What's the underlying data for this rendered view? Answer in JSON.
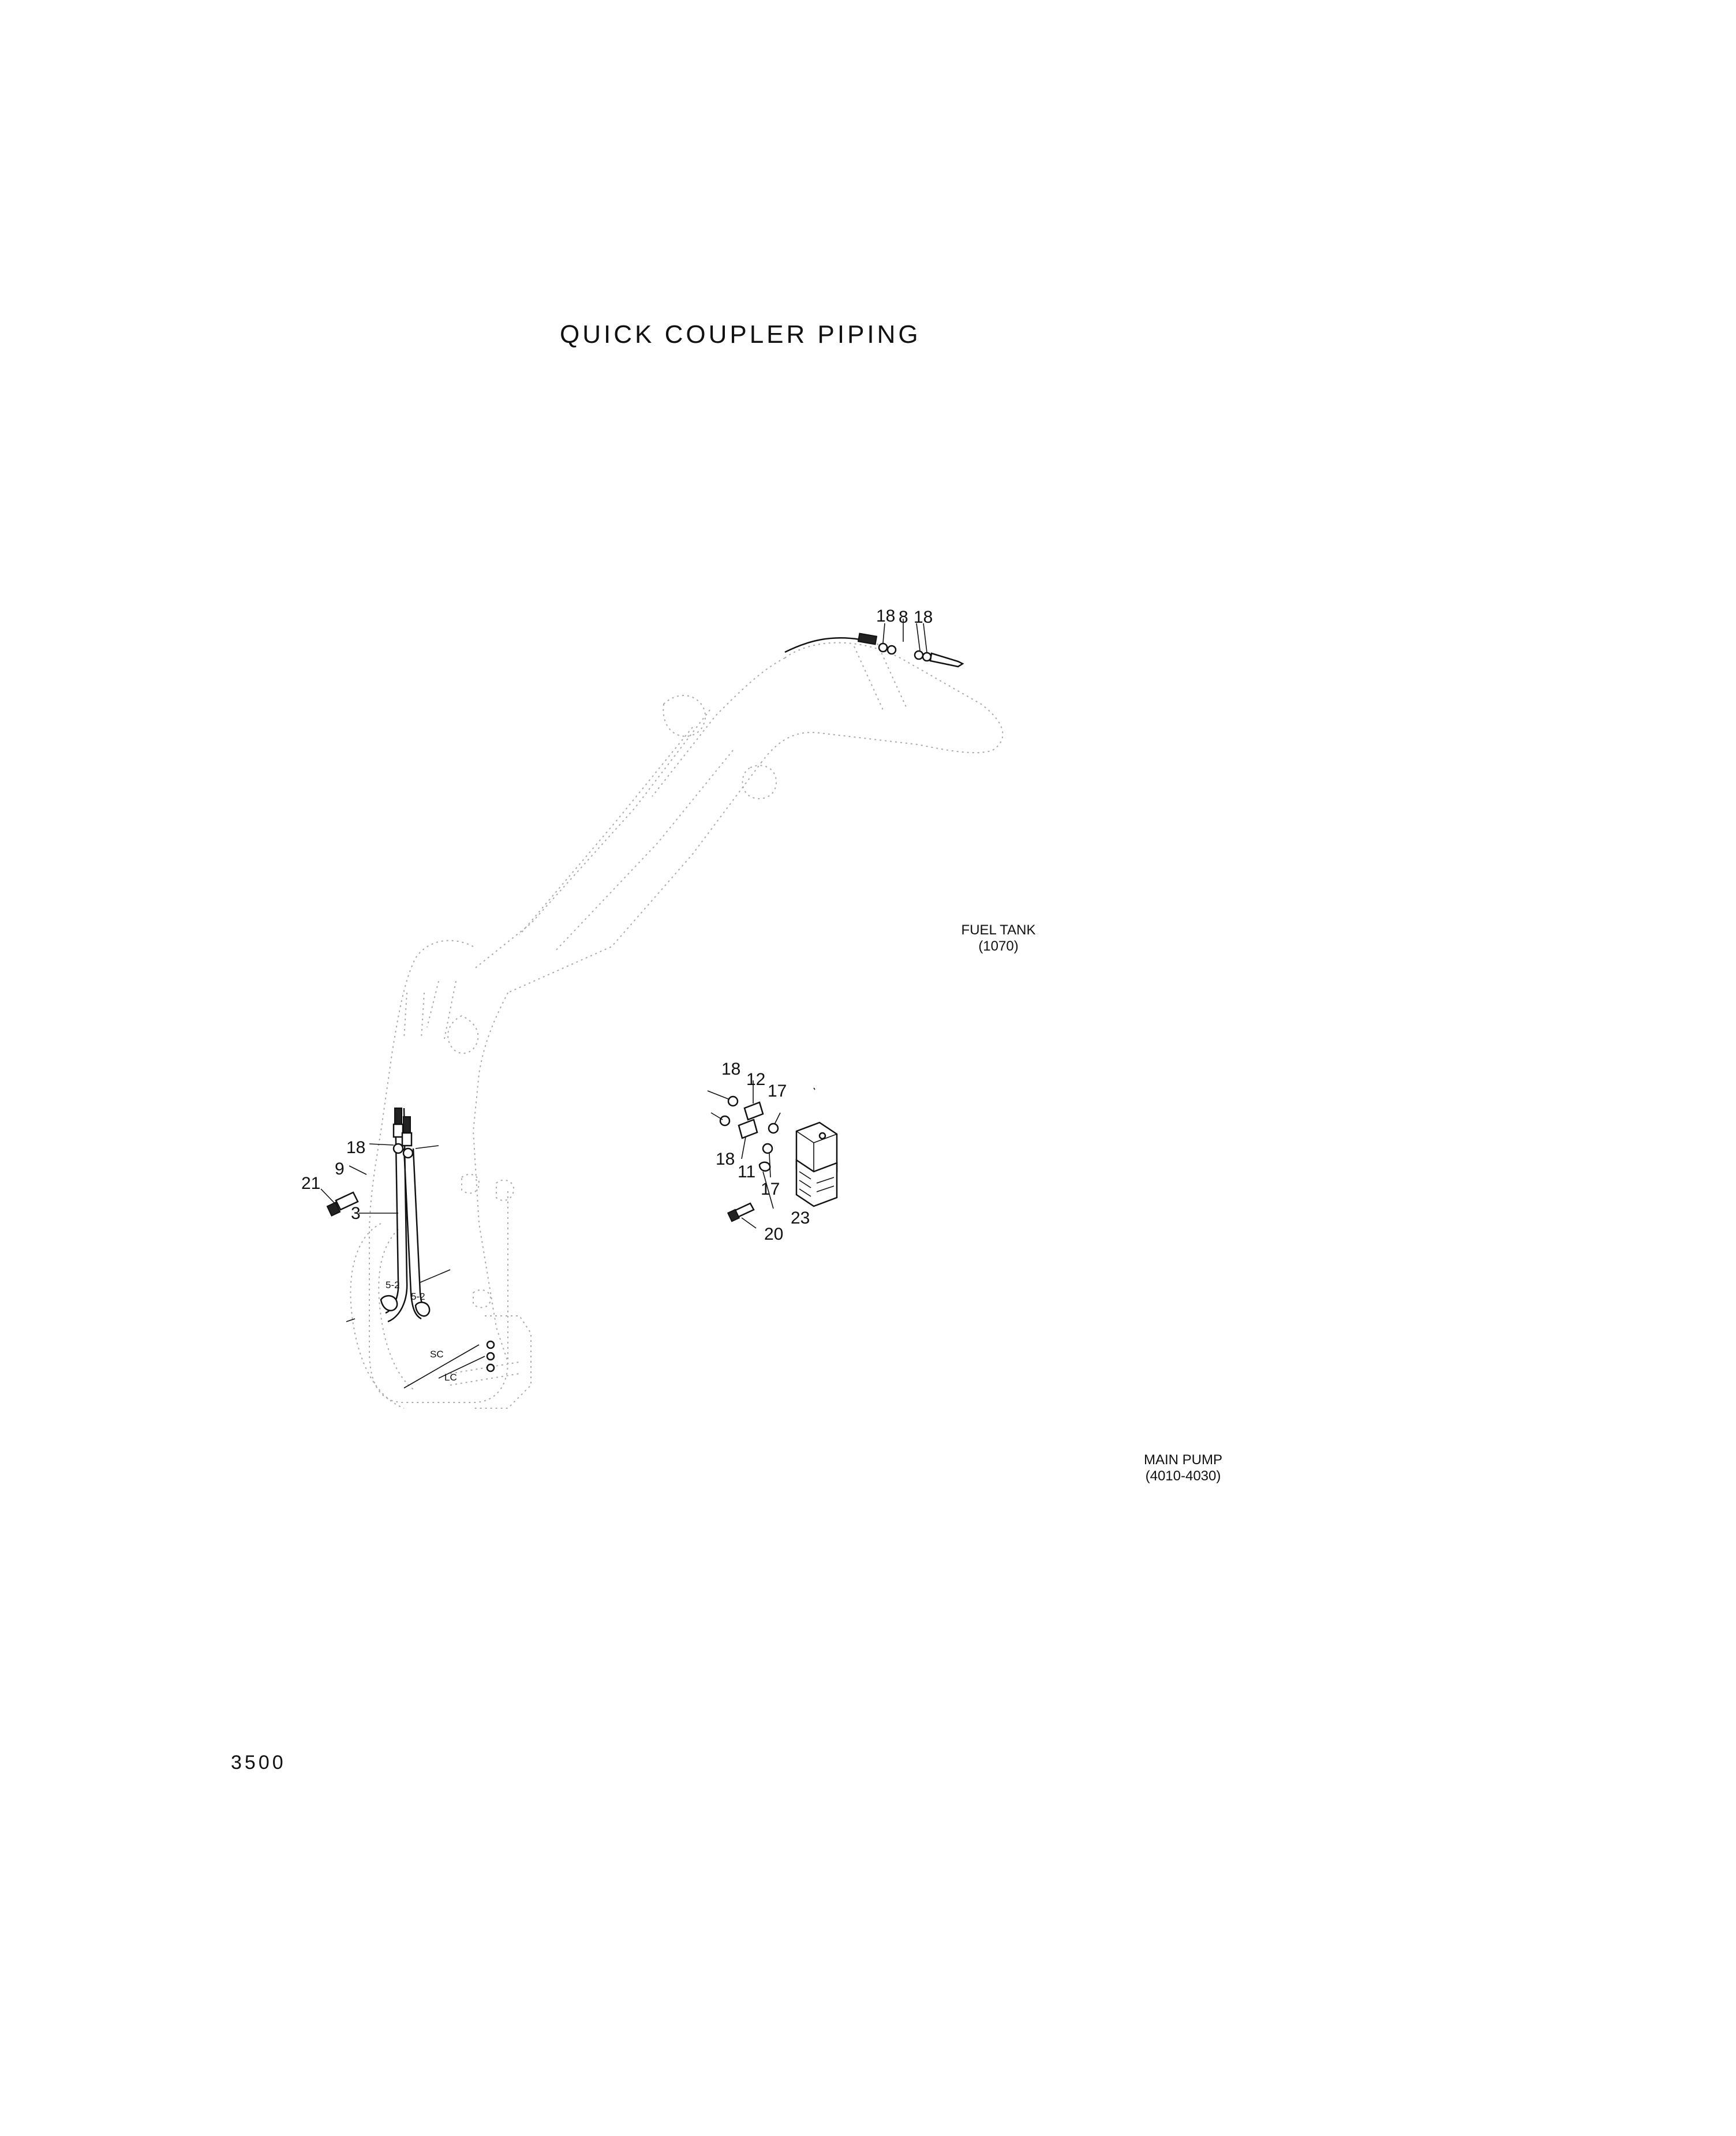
{
  "title": "QUICK COUPLER PIPING",
  "page_number": "3500",
  "references": {
    "fuel_tank": {
      "name": "FUEL TANK",
      "code": "(1070)"
    },
    "main_pump": {
      "name": "MAIN PUMP",
      "code": "(4010-4030)"
    }
  },
  "callouts": {
    "arm_top_18a": "18",
    "arm_top_8": "8",
    "arm_top_18b": "18",
    "valve_18_top": "18",
    "valve_12": "12",
    "valve_17_top": "17",
    "valve_18_bottom": "18",
    "valve_11": "11",
    "valve_17_bottom": "17",
    "valve_23": "23",
    "valve_20": "20",
    "boom_18": "18",
    "boom_9": "9",
    "boom_21": "21",
    "boom_3": "3"
  },
  "hose_labels": {
    "sc": "SC",
    "lc": "LC"
  }
}
